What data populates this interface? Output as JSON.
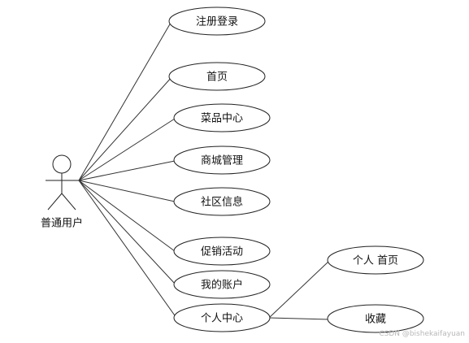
{
  "actor": {
    "label": "普通用户"
  },
  "use_cases": [
    {
      "id": "register-login",
      "label": "注册登录"
    },
    {
      "id": "home",
      "label": "首页"
    },
    {
      "id": "dish-center",
      "label": "菜品中心"
    },
    {
      "id": "mall-management",
      "label": "商城管理"
    },
    {
      "id": "community-info",
      "label": "社区信息"
    },
    {
      "id": "promotions",
      "label": "促销活动"
    },
    {
      "id": "my-account",
      "label": "我的账户"
    },
    {
      "id": "personal-center",
      "label": "个人中心"
    }
  ],
  "sub_use_cases": [
    {
      "id": "personal-home",
      "label": "个人 首页"
    },
    {
      "id": "favorites",
      "label": "收藏"
    }
  ],
  "watermark": "CSDN @bishekaifayuan"
}
